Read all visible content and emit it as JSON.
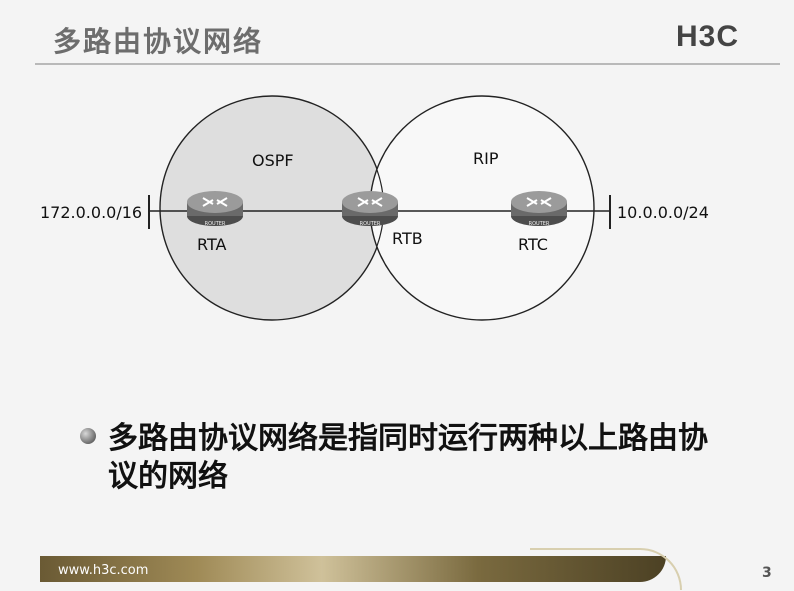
{
  "slide": {
    "title": "多路由协议网络",
    "logo": "H3C",
    "bullet": "多路由协议网络是指同时运行两种以上路由协议的网络",
    "footer_site": "www.h3c.com",
    "page_number": "3"
  },
  "diagram": {
    "areas": [
      {
        "label": "OSPF"
      },
      {
        "label": "RIP"
      }
    ],
    "routers": [
      {
        "name": "RTA",
        "icon_label": "ROUTER"
      },
      {
        "name": "RTB",
        "icon_label": "ROUTER"
      },
      {
        "name": "RTC",
        "icon_label": "ROUTER"
      }
    ],
    "networks": {
      "left": "172.0.0.0/16",
      "right": "10.0.0.0/24"
    }
  }
}
